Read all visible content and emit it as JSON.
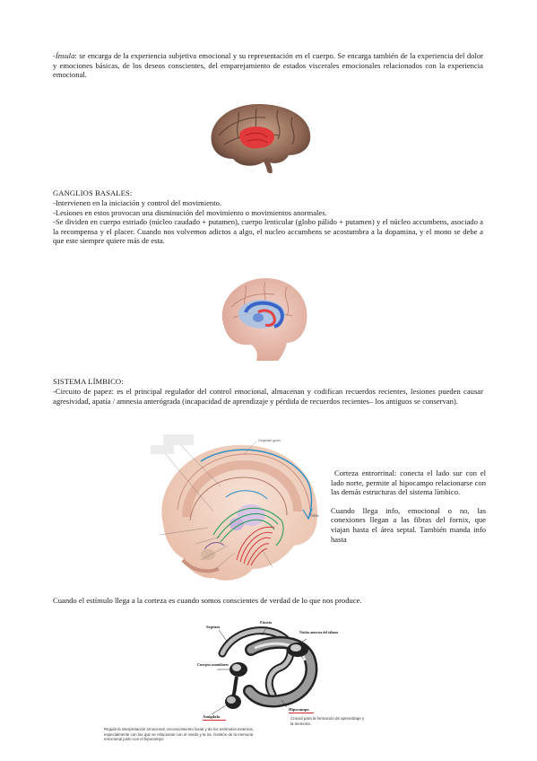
{
  "insula": {
    "term": "Ínsula",
    "text": ": se encarga de la experiencia subjetiva emocional y su representación en el cuerpo. Se encarga también de la experiencia del dolor y emociones básicas, de los deseos conscientes, del emparejamiento de estados viscerales emocionales relacionados con la experiencia emocional."
  },
  "basal_ganglia": {
    "heading": "GANGLIOS BASALES:",
    "lines": [
      "-Intervienen en la iniciación y control del movimiento.",
      "-Lesiones en estos provocan una disminución del movimiento o movimientos anormales.",
      "-Se dividen en cuerpo estriado (núcleo caudado + putamen), cuerpo lenticular (globo pálido + putamen) y el núcleo accumbens, asociado a la recompensa y el placer. Cuando nos volvemos adictos a algo, el nucleo accumbens se acostumbra a la dopamina, y el mono se debe a que este siempre quiere más de esta."
    ]
  },
  "limbic": {
    "heading": "SISTEMA LÍMBICO:",
    "text": "-Circuito de papez: es el principal regulador del control emocional, almacenan y codifican recuerdos recientes, lesiones pueden causar agresividad, apatía / amnesia anterógrada (incapacidad de aprendizaje y pérdida de recuerdos recientes– los antiguos se conservan).",
    "side_p1": "Corteza entrorrinal: conecta el lado sur con el lado norte, permite al hipocampo relacionarse con las demás estructuras del sistema límbico.",
    "side_p2": "Cuando llega info, emocional o no, las conexiones llegan a las fibras del fornix, que viajan hasta el área septal. También manda info hasta",
    "figure_labels": [
      "Cingulate gyrus",
      "Fornix"
    ]
  },
  "cortex_note": "Cuando el estímulo llega a la corteza es cuando somos conscientes de verdad de lo que nos produce.",
  "bottom_figure": {
    "labels": {
      "septum": "Septum",
      "fornix": "Fórnix",
      "nucleo": "Núcleo anterior del tálamo",
      "cuerpos": "Cuerpos mamilares",
      "hipocampo": "Hipocampo",
      "amigdala": "Amígdala"
    },
    "caption_left": "Regula la interpretación emocional, reconocimiento facial y de los estímulos externos, especialmente con los que se relacionan con el miedo y la ira. Gestión de la memoria emocional junto con el hipocampo",
    "caption_right": "Crucial para la formación de aprendizaje y la memoria."
  },
  "colors": {
    "accent_red": "#d62a2a",
    "text": "#1a1a1a"
  }
}
